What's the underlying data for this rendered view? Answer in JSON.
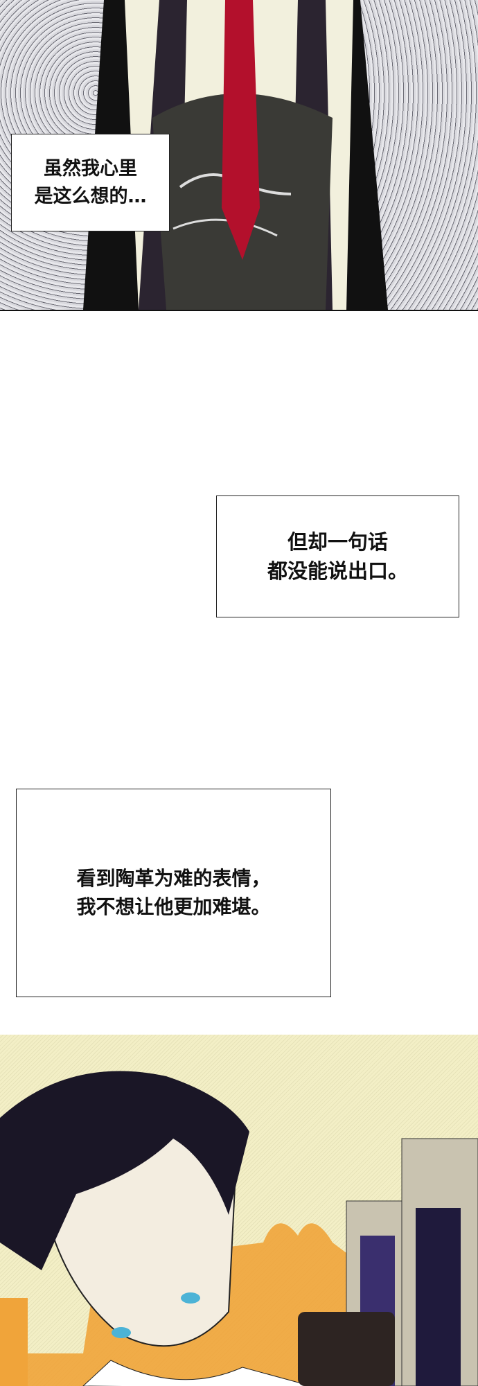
{
  "captions": [
    {
      "lines": [
        "虽然我心里",
        "是这么想的…"
      ]
    },
    {
      "lines": [
        "但却一句话",
        "都没能说出口。"
      ]
    },
    {
      "lines": [
        "看到陶革为难的表情，",
        "我不想让他更加难堪。"
      ]
    }
  ],
  "colors": {
    "tie": "#b3102c",
    "sky": "#f3efc6",
    "sunset": "#f0a43a",
    "building": "#3a2f6e"
  }
}
